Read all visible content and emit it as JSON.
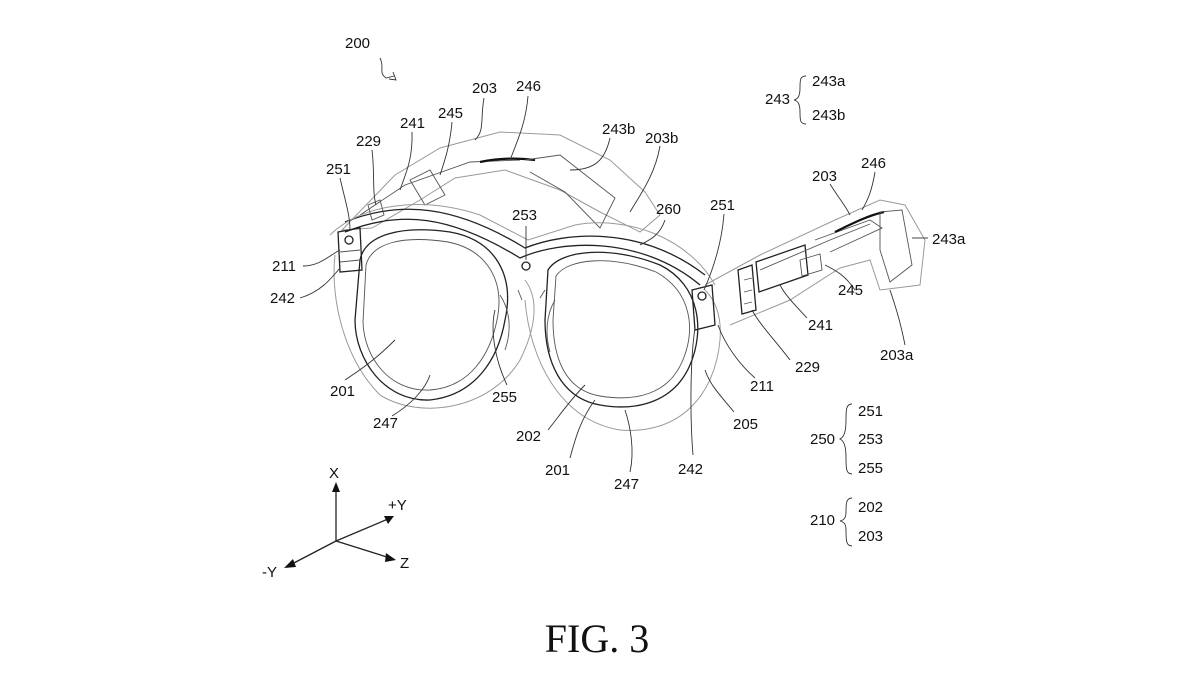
{
  "figure": {
    "caption": "FIG. 3",
    "ref_main": "200",
    "labels": {
      "l203_top": "203",
      "l246_top": "246",
      "l245_left": "245",
      "l241_left": "241",
      "l229_left": "229",
      "l251_left": "251",
      "l243b": "243b",
      "l203b": "203b",
      "l253": "253",
      "l260": "260",
      "l251_mid": "251",
      "l211_left": "211",
      "l242_left": "242",
      "l201_left": "201",
      "l247_left": "247",
      "l255": "255",
      "l202": "202",
      "l201_right": "201",
      "l247_right": "247",
      "l242_right": "242",
      "l205": "205",
      "l211_right": "211",
      "l229_right": "229",
      "l241_right": "241",
      "l245_right": "245",
      "l203a": "203a",
      "l243a_right": "243a",
      "l246_right": "246",
      "l203_right": "203"
    },
    "legend": {
      "g243": {
        "key": "243",
        "items": [
          "243a",
          "243b"
        ]
      },
      "g250": {
        "key": "250",
        "items": [
          "251",
          "253",
          "255"
        ]
      },
      "g210": {
        "key": "210",
        "items": [
          "202",
          "203"
        ]
      }
    },
    "axes": {
      "x": "X",
      "plus_y": "+Y",
      "minus_y": "-Y",
      "z": "Z"
    }
  }
}
